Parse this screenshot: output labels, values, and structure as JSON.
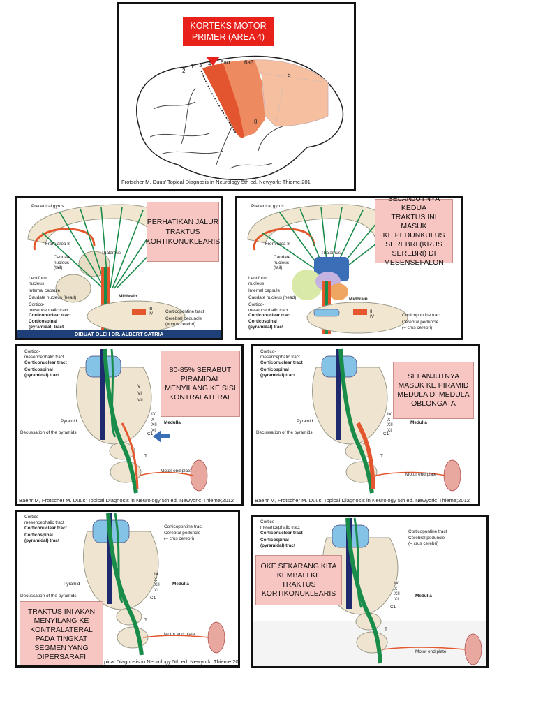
{
  "panel1": {
    "title": "KORTEKS MOTOR\nPRIMER (AREA 4)",
    "area_labels": [
      "2",
      "1",
      "3",
      "4",
      "6aα",
      "6aβ",
      "8",
      "8"
    ],
    "citation": "Frotscher M. Duus' Topical Diagnosis in Neurology 5th ed. Newyork: Thieme;201"
  },
  "panel2": {
    "callout": "PERHATIKAN JALUR\nTRAKTUS\nKORTIKONUKLEARIS",
    "labels": {
      "precentral": "Precentral gyrus",
      "area8": "From area 8",
      "thalamus": "Thalamus",
      "caudate_tail": "Caudate\nnucleus\n(tail)",
      "lentiform": "Lentiform\nnucleus",
      "internal": "Internal capsule",
      "caudate_head": "Caudate nucleus (head)",
      "cortico_mes": "Cortico-\nmesencephalic tract",
      "corticonuclear": "Corticonuclear tract",
      "corticospinal": "Corticospinal\n(pyramidal) tract",
      "midbrain": "Midbrain",
      "nerve_iii": "III",
      "nerve_iv": "IV",
      "corticopontine": "Corticopontine tract",
      "peduncle": "Cerebral peduncle\n(= crus cerebri)"
    },
    "banner": "DIBUAT OLEH DR. ALBERT SATRIA"
  },
  "panel3": {
    "callout": "SELANJUTNYA KEDUA\nTRAKTUS INI MASUK\nKE PEDUNKULUS\nSEREBRI (KRUS\nSEREBRI) DI\nMESENSEFALON"
  },
  "panel4": {
    "callout": "80-85% SERABUT\nPIRAMIDAL\nMENYILANG KE SISI\nKONTRALATERAL",
    "labels": {
      "cortico_mes": "Cortico-\nmesencephalic tract",
      "corticonuclear": "Corticonuclear tract",
      "corticospinal": "Corticospinal\n(pyramidal) tract",
      "pyramid": "Pyramid",
      "decussation": "Decussation of the pyramids",
      "medulla": "Medulla",
      "nerves": "IX\nX\nXII\nXI",
      "c1": "C1",
      "t": "T",
      "motor_end": "Motor end plate",
      "v": "V",
      "vi": "VI",
      "vii": "VII"
    },
    "citation": "Baehr M, Frotscher M. Duus' Topical Diagnosis in Neurology 5th ed. Newyork: Thieme;2012"
  },
  "panel5": {
    "callout": "SELANJUTNYA\nMASUK KE PIRAMID\nMEDULA DI MEDULA\nOBLONGATA",
    "citation": "Baehr M, Frotscher M. Duus' Topical Diagnosis in Neurology 5th ed. Newyork: Thieme;2012"
  },
  "panel6": {
    "callout": "TRAKTUS INI AKAN\nMENYILANG KE\nKONTRALATERAL\nPADA TINGKAT\nSEGMEN YANG\nDIPERSARAFI",
    "citation": "pical Diagnosis in Neurology 5th ed. Newyork: Thieme;2012",
    "corticopontine": "Corticopontine tract",
    "peduncle": "Cerebral peduncle\n(= crus cerebri)"
  },
  "panel7": {
    "callout": "OKE SEKARANG KITA\nKEMBALI KE TRAKTUS\nKORTIKONUKLEARIS"
  }
}
